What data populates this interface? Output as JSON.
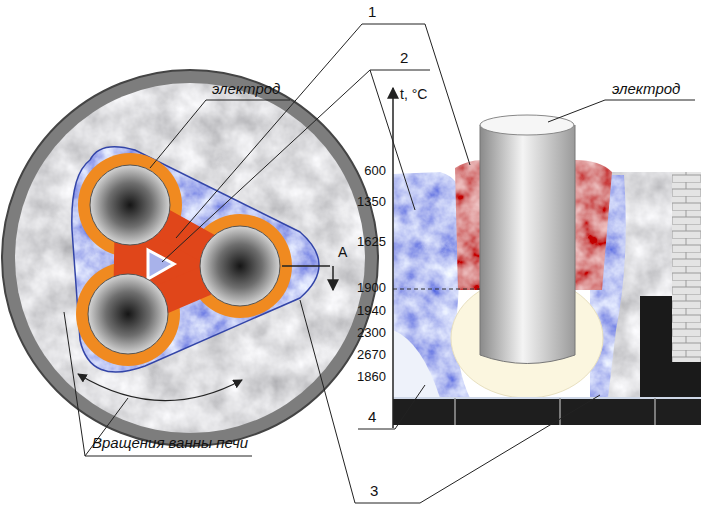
{
  "diagram": {
    "labels": [
      "1",
      "2",
      "электрод",
      "электрод",
      "t, °C",
      "600",
      "1350",
      "1625",
      "1900",
      "1940",
      "2300",
      "2670",
      "1860",
      "A",
      "4",
      "Вращения ванны печи",
      "3"
    ]
  }
}
